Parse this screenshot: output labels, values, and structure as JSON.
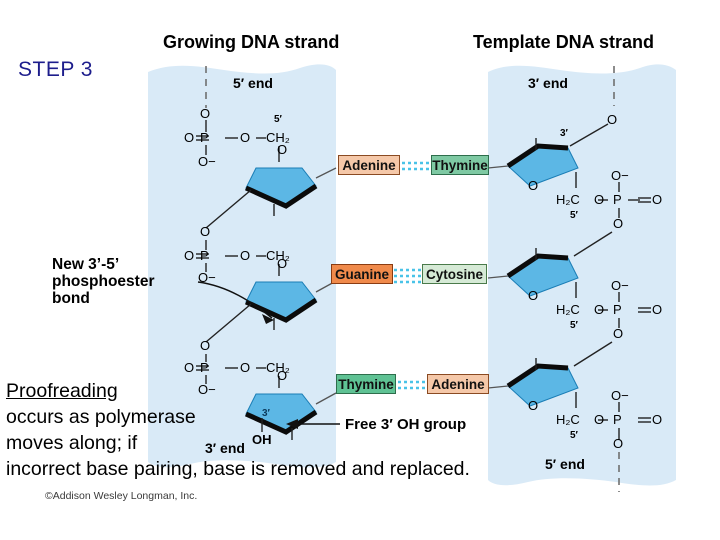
{
  "slide": {
    "step_label": "STEP 3",
    "step_color": "#1d1d8c",
    "background": "#ffffff",
    "credit": "©Addison Wesley Longman, Inc."
  },
  "headings": {
    "growing": "Growing DNA strand",
    "template": "Template DNA strand"
  },
  "end_labels": {
    "growing_top": "5′ end",
    "template_top": "3′ end",
    "growing_bottom": "3′ end",
    "template_bottom": "5′ end"
  },
  "annotations": {
    "phosphoester_line1": "New  3’-5’",
    "phosphoester_line2": "phosphoester",
    "phosphoester_line3": "bond",
    "free_oh": "Free 3′ OH group"
  },
  "base_pairs": [
    {
      "left": {
        "name": "Adenine",
        "color": "#f5c8a9",
        "border": "#8a4a22"
      },
      "right": {
        "name": "Thymine",
        "color": "#7ec9a3",
        "border": "#2e6e4c"
      },
      "bonds": 2
    },
    {
      "left": {
        "name": "Guanine",
        "color": "#f08a4b",
        "border": "#8a3c12"
      },
      "right": {
        "name": "Cytosine",
        "color": "#d6ead6",
        "border": "#4a7a4a"
      },
      "bonds": 3
    },
    {
      "left": {
        "name": "Thymine",
        "color": "#5fc294",
        "border": "#2e6e4c"
      },
      "right": {
        "name": "Adenine",
        "color": "#f5c8a9",
        "border": "#8a4a22"
      },
      "bonds": 2
    }
  ],
  "chem_labels": {
    "oxygen": "O",
    "oxygen_minus": "O−",
    "phosphorus": "P",
    "ch2": "CH₂",
    "h2c": "H₂C",
    "oh": "OH",
    "five_prime": "5′",
    "three_prime": "3′"
  },
  "overlay_text": {
    "underlined_word": "Proofreading",
    "line2": "occurs as polymerase",
    "line3": "moves along; if",
    "line4": "incorrect base pairing, base is removed and replaced."
  },
  "colors": {
    "strand_band": "#d9eaf7",
    "sugar_fill": "#5cb7e5",
    "sugar_edge": "#000000",
    "hbond_dots": "#49c3e8"
  }
}
